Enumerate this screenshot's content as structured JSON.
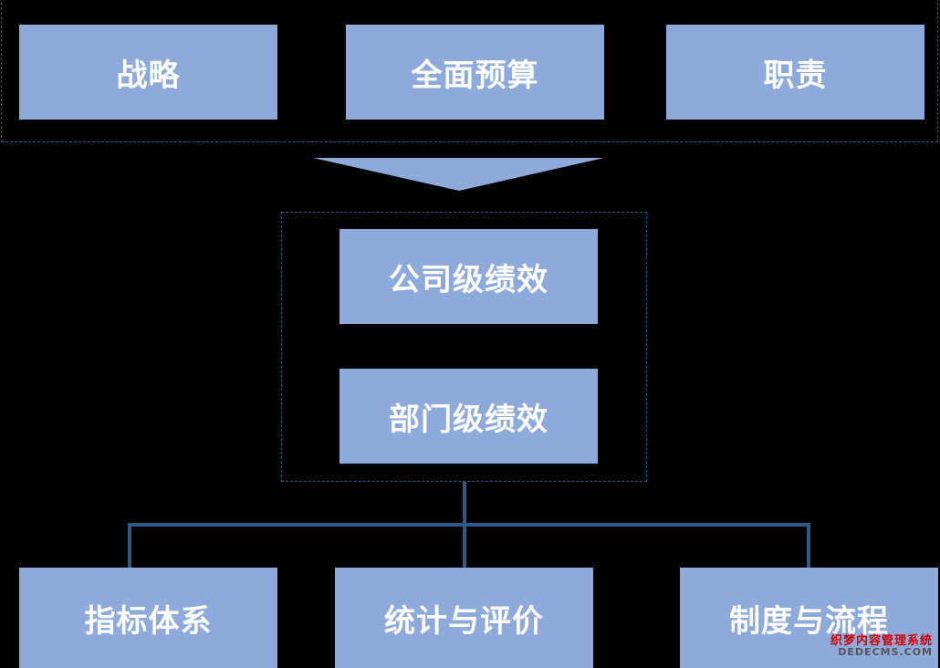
{
  "top_row": [
    "战略",
    "全面预算",
    "职责"
  ],
  "middle": {
    "company": "公司级绩效",
    "department": "部门级绩效"
  },
  "bottom_row": [
    "指标体系",
    "统计与评价",
    "制度与流程"
  ],
  "watermark": {
    "line1": "织梦内容管理系统",
    "line2": "DEDECMS.COM"
  },
  "colors": {
    "background": "#000000",
    "box_fill": "#8eaadb",
    "box_text": "#ffffff",
    "connector": "#2e5a8a"
  }
}
